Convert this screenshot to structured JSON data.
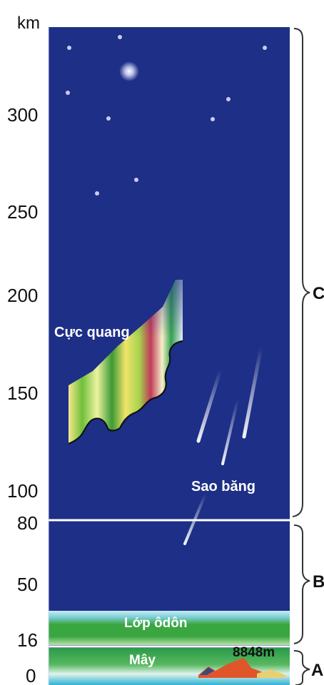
{
  "axis": {
    "unit": "km",
    "ticks": [
      "300",
      "250",
      "200",
      "150",
      "100",
      "80",
      "50",
      "16",
      "0"
    ]
  },
  "layers": {
    "C": "C",
    "B": "B",
    "A": "A"
  },
  "labels": {
    "aurora": "Cực quang",
    "meteors": "Sao băng",
    "ozone": "Lớp ôdôn",
    "clouds": "Mây",
    "everest": "8848m"
  },
  "colors": {
    "sky": "#1d2f86",
    "ozone_green": "#3aa640",
    "ozone_light": "#b9e3ef",
    "cloud_green": "#2f9b45",
    "separator": "#ffffff"
  }
}
